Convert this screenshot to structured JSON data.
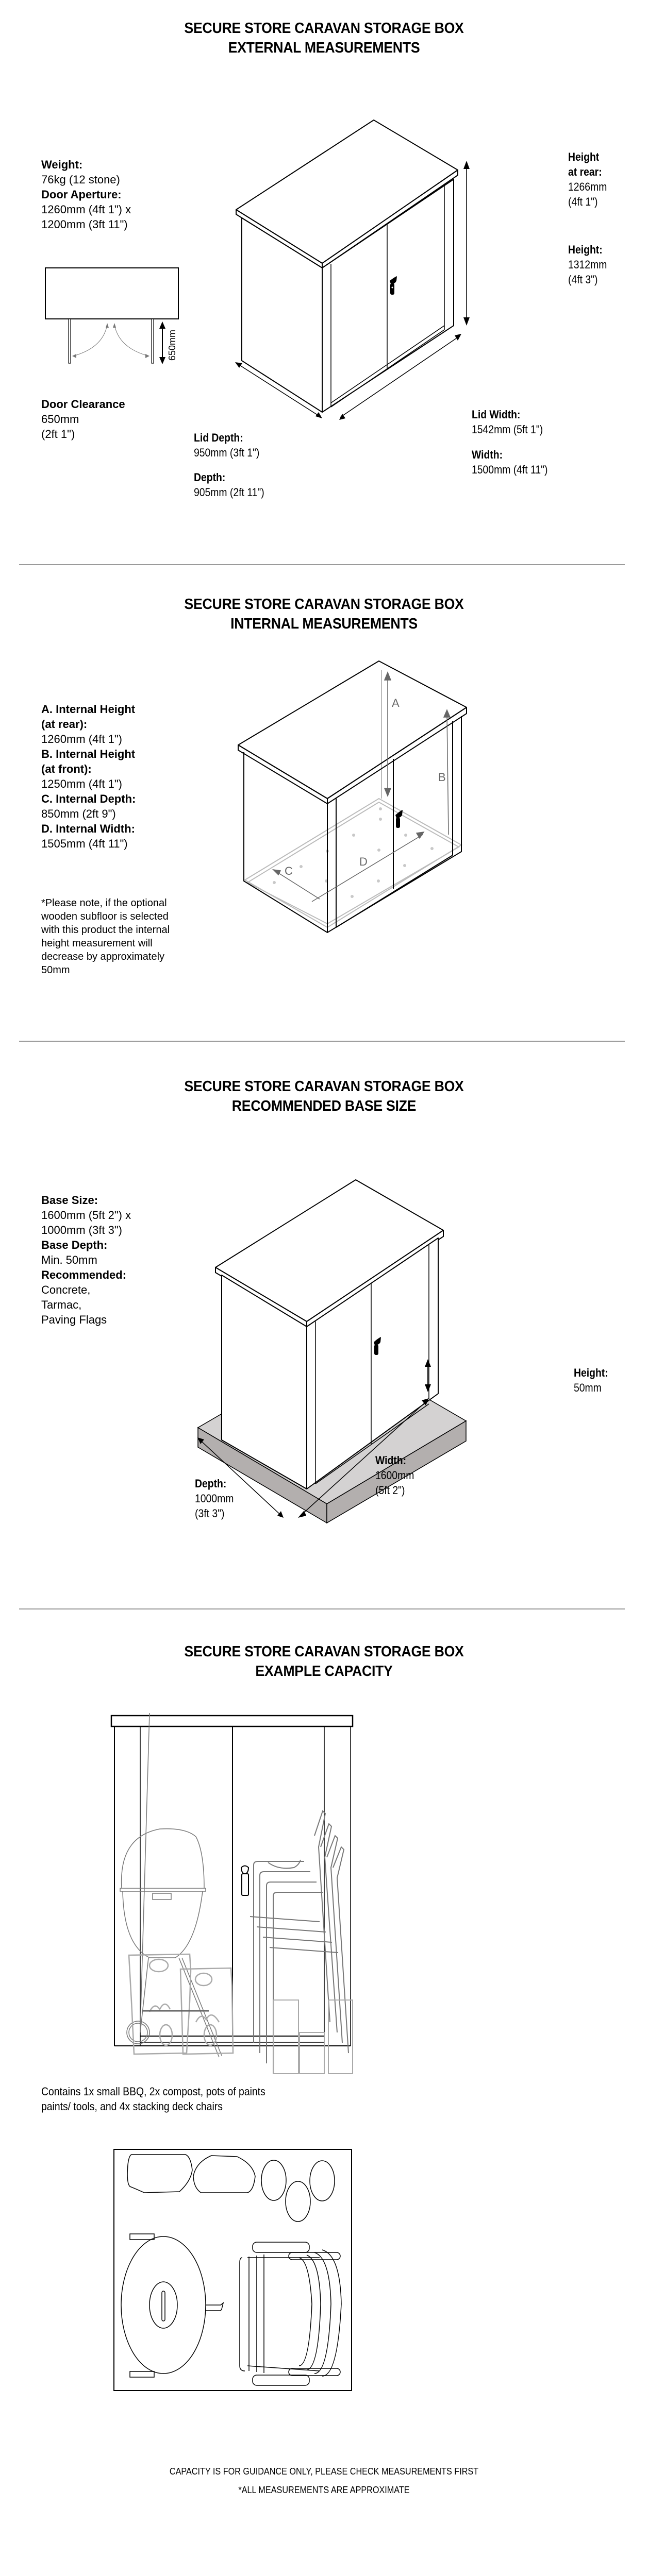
{
  "sections": {
    "external": {
      "title_line1": "SECURE STORE CARAVAN STORAGE BOX",
      "title_line2": "EXTERNAL MEASUREMENTS",
      "weight": {
        "label": "Weight:",
        "value": "76kg (12 stone)"
      },
      "door_aperture": {
        "label": "Door Aperture:",
        "value_line1": "1260mm (4ft 1\") x",
        "value_line2": "1200mm (3ft 11\")"
      },
      "door_clearance": {
        "label": "Door Clearance",
        "value_line1": "650mm",
        "value_line2": "(2ft 1\")",
        "diagram_label": "650mm"
      },
      "height_rear": {
        "label_line1": "Height",
        "label_line2": "at rear:",
        "value_line1": "1266mm",
        "value_line2": "(4ft 1\")"
      },
      "height": {
        "label": "Height:",
        "value_line1": "1312mm",
        "value_line2": "(4ft 3\")"
      },
      "lid_depth": {
        "label": "Lid Depth:",
        "value": "950mm (3ft 1\")"
      },
      "depth": {
        "label": "Depth:",
        "value": "905mm (2ft 11\")"
      },
      "lid_width": {
        "label": "Lid Width:",
        "value": "1542mm (5ft 1\")"
      },
      "width": {
        "label": "Width:",
        "value": "1500mm (4ft 11\")"
      }
    },
    "internal": {
      "title_line1": "SECURE STORE CARAVAN STORAGE BOX",
      "title_line2": "INTERNAL MEASUREMENTS",
      "a": {
        "label_line1": "A. Internal Height",
        "label_line2": "(at rear):",
        "value": "1260mm (4ft 1\")"
      },
      "b": {
        "label_line1": "B. Internal Height",
        "label_line2": "(at front):",
        "value": "1250mm (4ft 1\")"
      },
      "c": {
        "label": "C. Internal Depth:",
        "value": "850mm (2ft 9\")"
      },
      "d": {
        "label": "D. Internal Width:",
        "value": "1505mm (4ft 11\")"
      },
      "note_lines": [
        "*Please note, if the optional",
        "wooden subfloor is selected",
        "with this product the internal",
        "height measurement will",
        "decrease by approximately",
        "50mm"
      ],
      "diagram_letters": {
        "a": "A",
        "b": "B",
        "c": "C",
        "d": "D"
      }
    },
    "base": {
      "title_line1": "SECURE STORE CARAVAN STORAGE BOX",
      "title_line2": "RECOMMENDED BASE SIZE",
      "base_size": {
        "label": "Base Size:",
        "value_line1": "1600mm (5ft 2\") x",
        "value_line2": "1000mm (3ft 3\")"
      },
      "base_depth": {
        "label": "Base Depth:",
        "value": "Min. 50mm"
      },
      "recommended": {
        "label": "Recommended:",
        "items": [
          "Concrete,",
          "Tarmac,",
          "Paving Flags"
        ]
      },
      "height": {
        "label": "Height:",
        "value": "50mm"
      },
      "width": {
        "label": "Width:",
        "value_line1": "1600mm",
        "value_line2": "(5ft 2\")"
      },
      "depth": {
        "label": "Depth:",
        "value_line1": "1000mm",
        "value_line2": "(3ft 3\")"
      },
      "colors": {
        "base_top": "#d4d2d2",
        "base_side": "#b3afae"
      }
    },
    "capacity": {
      "title_line1": "SECURE STORE CARAVAN STORAGE BOX",
      "title_line2": "EXAMPLE CAPACITY",
      "description_line1": "Contains 1x small BBQ, 2x compost, pots of paints",
      "description_line2": "paints/ tools, and 4x stacking deck chairs"
    }
  },
  "footer": {
    "line1": "CAPACITY IS FOR GUIDANCE ONLY, PLEASE CHECK MEASUREMENTS FIRST",
    "line2": "*ALL MEASUREMENTS ARE APPROXIMATE"
  }
}
